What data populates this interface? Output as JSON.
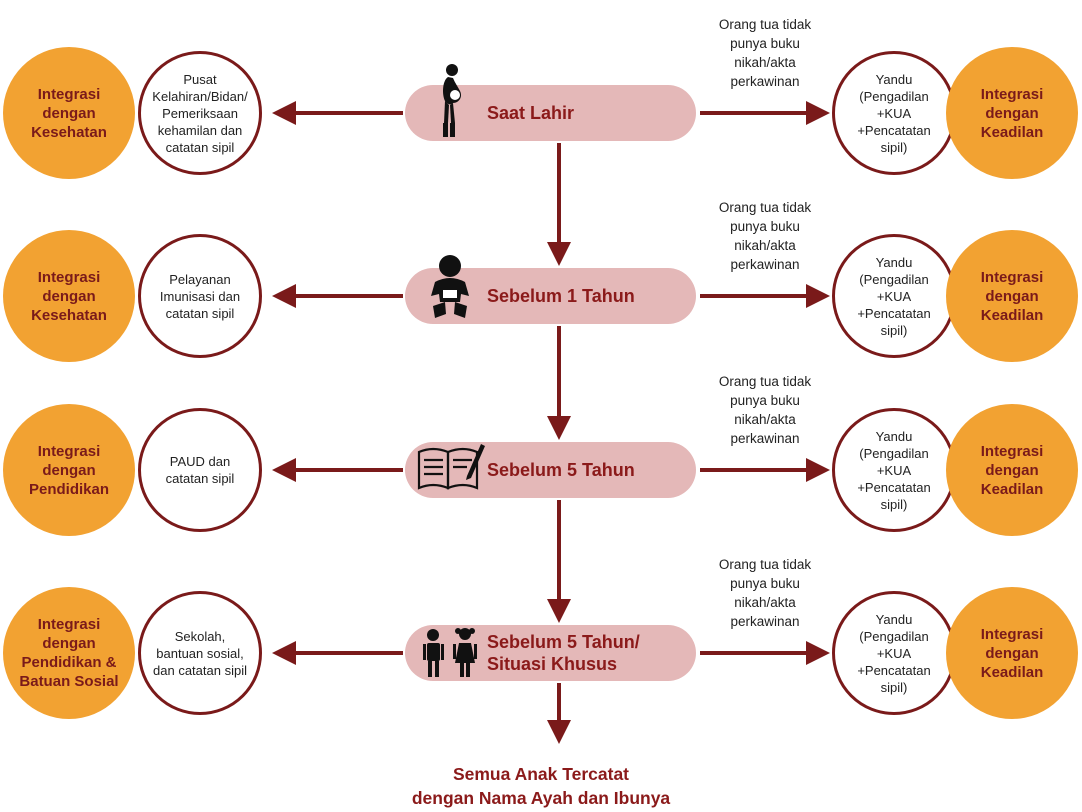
{
  "rows": [
    {
      "stage": "Saat Lahir",
      "stage_icon": "pregnant-woman-icon",
      "left_service": [
        "Pusat",
        "Kelahiran/Bidan/",
        "Pemeriksaan",
        "kehamilan dan",
        "catatan sipil"
      ],
      "left_integration": [
        "Integrasi",
        "dengan",
        "Kesehatan"
      ],
      "condition": [
        "Orang tua tidak",
        "punya buku",
        "nikah/akta",
        "perkawinan"
      ],
      "right_service": [
        "Yandu",
        "(Pengadilan",
        "+KUA",
        "+Pencatatan",
        "sipil)"
      ],
      "right_integration": [
        "Integrasi",
        "dengan",
        "Keadilan"
      ]
    },
    {
      "stage": "Sebelum 1 Tahun",
      "stage_icon": "baby-icon",
      "left_service": [
        "Pelayanan",
        "Imunisasi dan",
        "catatan sipil"
      ],
      "left_integration": [
        "Integrasi",
        "dengan",
        "Kesehatan"
      ],
      "condition": [
        "Orang tua tidak",
        "punya buku",
        "nikah/akta",
        "perkawinan"
      ],
      "right_service": [
        "Yandu",
        "(Pengadilan",
        "+KUA",
        "+Pencatatan",
        "sipil)"
      ],
      "right_integration": [
        "Integrasi",
        "dengan",
        "Keadilan"
      ]
    },
    {
      "stage": "Sebelum 5 Tahun",
      "stage_icon": "open-book-pencil-icon",
      "left_service": [
        "PAUD dan",
        "catatan sipil"
      ],
      "left_integration": [
        "Integrasi",
        "dengan",
        "Pendidikan"
      ],
      "condition": [
        "Orang tua tidak",
        "punya buku",
        "nikah/akta",
        "perkawinan"
      ],
      "right_service": [
        "Yandu",
        "(Pengadilan",
        "+KUA",
        "+Pencatatan",
        "sipil)"
      ],
      "right_integration": [
        "Integrasi",
        "dengan",
        "Keadilan"
      ]
    },
    {
      "stage": [
        "Sebelum 5 Tahun/",
        "Situasi Khusus"
      ],
      "stage_icon": "boy-girl-icon",
      "left_service": [
        "Sekolah,",
        "bantuan sosial,",
        "dan catatan sipil"
      ],
      "left_integration": [
        "Integrasi",
        "dengan",
        "Pendidikan &",
        "Batuan Sosial"
      ],
      "condition": [
        "Orang tua tidak",
        "punya buku",
        "nikah/akta",
        "perkawinan"
      ],
      "right_service": [
        "Yandu",
        "(Pengadilan",
        "+KUA",
        "+Pencatatan",
        "sipil)"
      ],
      "right_integration": [
        "Integrasi",
        "dengan",
        "Keadilan"
      ]
    }
  ],
  "final": [
    "Semua Anak Tercatat",
    "dengan Nama Ayah dan Ibunya"
  ],
  "colors": {
    "arrow": "#7a1a1a",
    "stage_fill": "#e4b8b8",
    "stage_text": "#8b1a1a",
    "integration_fill": "#f2a232",
    "integration_text": "#7a1a1a"
  }
}
